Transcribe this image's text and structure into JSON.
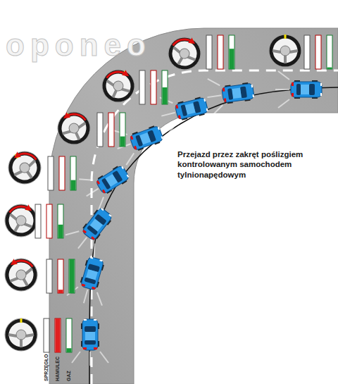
{
  "diagram": {
    "title": "Przejazd przez zakręt poślizgiem kontrolowanym samochodem tylnionapędowym",
    "labels": [
      "SPRZĘGŁO",
      "HAMULEC",
      "GAZ",
      "oponeo"
    ]
  }
}
